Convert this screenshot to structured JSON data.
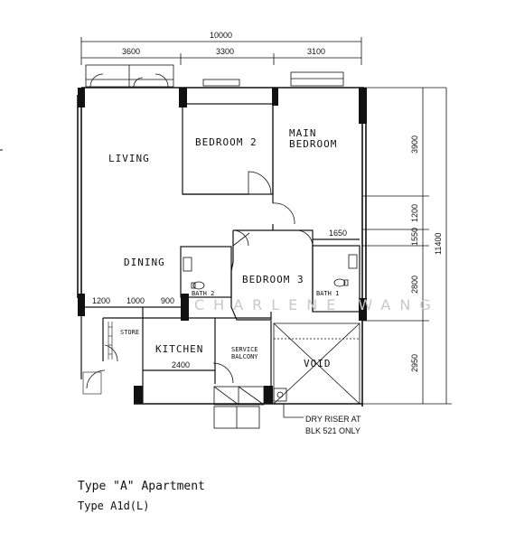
{
  "dimensions_top": {
    "total": "10000",
    "seg1": "3600",
    "seg2": "3300",
    "seg3": "3100"
  },
  "dimensions_right": {
    "total": "11400",
    "seg1": "3900",
    "seg2": "1200",
    "seg3": "1550",
    "seg4": "2800",
    "seg5": "2950"
  },
  "dimensions_inner": {
    "d1650": "1650",
    "d1200": "1200",
    "d1000": "1000",
    "d900": "900",
    "d2400": "2400"
  },
  "rooms": {
    "living": "LIVING",
    "bedroom2": "BEDROOM 2",
    "main_bedroom_line1": "MAIN",
    "main_bedroom_line2": "BEDROOM",
    "dining": "DINING",
    "bedroom3": "BEDROOM 3",
    "bath2": "BATH 2",
    "bath1": "BATH 1",
    "store": "STORE",
    "kitchen": "KITCHEN",
    "service_balcony_line1": "SERVICE",
    "service_balcony_line2": "BALCONY",
    "void": "VOID"
  },
  "notes": {
    "dry_riser_line1": "DRY RISER AT",
    "dry_riser_line2": "BLK 521 ONLY"
  },
  "watermark": "CHARLENE WANG",
  "caption": {
    "line1": "Type \"A\" Apartment",
    "line2": "Type A1d(L)"
  }
}
